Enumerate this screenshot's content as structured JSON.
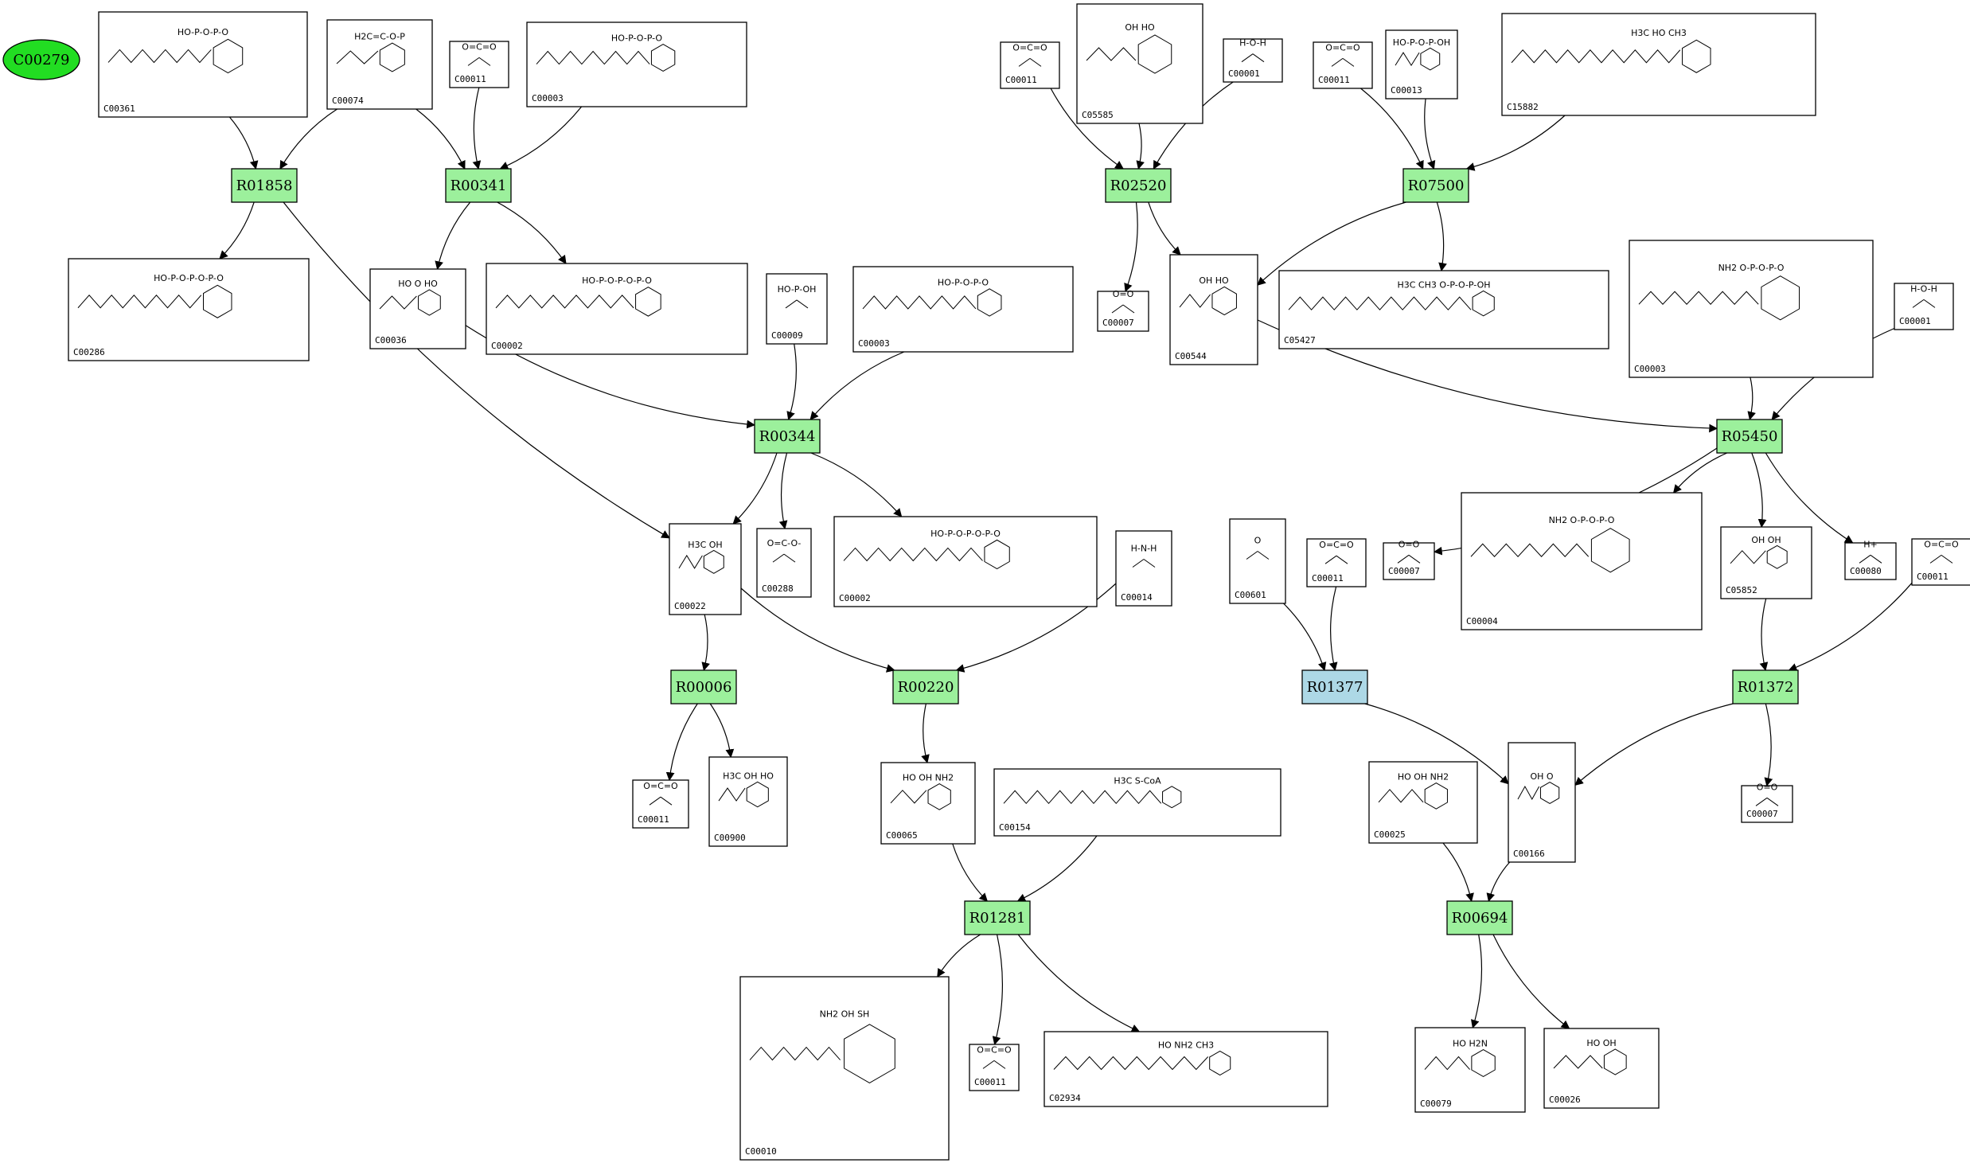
{
  "root_node": {
    "label": "C00279",
    "color": "#22dd22"
  },
  "colors": {
    "reaction_fill": "#9cf09c",
    "reaction_highlight_fill": "#add8e6",
    "edge": "#000000"
  },
  "reactions": [
    {
      "id": "R01858",
      "highlight": false
    },
    {
      "id": "R00341",
      "highlight": false
    },
    {
      "id": "R02520",
      "highlight": false
    },
    {
      "id": "R07500",
      "highlight": false
    },
    {
      "id": "R00344",
      "highlight": false
    },
    {
      "id": "R05450",
      "highlight": false
    },
    {
      "id": "R00006",
      "highlight": false
    },
    {
      "id": "R00220",
      "highlight": false
    },
    {
      "id": "R01377",
      "highlight": true
    },
    {
      "id": "R01372",
      "highlight": false
    },
    {
      "id": "R01281",
      "highlight": false
    },
    {
      "id": "R00694",
      "highlight": false
    }
  ],
  "compounds": [
    {
      "key": "c00361",
      "label": "C00361",
      "formula": "HO-P-O-P-O"
    },
    {
      "key": "c00074",
      "label": "C00074",
      "formula": "H2C=C-O-P"
    },
    {
      "key": "c00011a",
      "label": "C00011",
      "formula": "O=C=O"
    },
    {
      "key": "c00003a",
      "label": "C00003",
      "formula": "HO-P-O-P-O"
    },
    {
      "key": "c00286",
      "label": "C00286",
      "formula": "HO-P-O-P-O-P-O"
    },
    {
      "key": "c00036",
      "label": "C00036",
      "formula": "HO  O  HO"
    },
    {
      "key": "c00002a",
      "label": "C00002",
      "formula": "HO-P-O-P-O-P-O"
    },
    {
      "key": "c00009",
      "label": "C00009",
      "formula": "HO-P-OH"
    },
    {
      "key": "c00003b",
      "label": "C00003",
      "formula": "HO-P-O-P-O"
    },
    {
      "key": "c00011b",
      "label": "C00011",
      "formula": "O=C=O"
    },
    {
      "key": "c05585",
      "label": "C05585",
      "formula": "OH  HO"
    },
    {
      "key": "c00001a",
      "label": "C00001",
      "formula": "H-O-H"
    },
    {
      "key": "c00011c",
      "label": "C00011",
      "formula": "O=C=O"
    },
    {
      "key": "c00013",
      "label": "C00013",
      "formula": "HO-P-O-P-OH"
    },
    {
      "key": "c15882",
      "label": "C15882",
      "formula": "H3C  HO  CH3"
    },
    {
      "key": "c00007a",
      "label": "C00007",
      "formula": "O=O"
    },
    {
      "key": "c00544",
      "label": "C00544",
      "formula": "OH  HO"
    },
    {
      "key": "c05427",
      "label": "C05427",
      "formula": "H3C  CH3  O-P-O-P-OH"
    },
    {
      "key": "c00003c",
      "label": "C00003",
      "formula": "NH2  O-P-O-P-O"
    },
    {
      "key": "c00001b",
      "label": "C00001",
      "formula": "H-O-H"
    },
    {
      "key": "c00022",
      "label": "C00022",
      "formula": "H3C  OH"
    },
    {
      "key": "c00288",
      "label": "C00288",
      "formula": "O=C-O-"
    },
    {
      "key": "c00002b",
      "label": "C00002",
      "formula": "HO-P-O-P-O-P-O"
    },
    {
      "key": "c00014",
      "label": "C00014",
      "formula": "H-N-H"
    },
    {
      "key": "c00601",
      "label": "C00601",
      "formula": "O"
    },
    {
      "key": "c00011d",
      "label": "C00011",
      "formula": "O=C=O"
    },
    {
      "key": "c00007b",
      "label": "C00007",
      "formula": "O=O"
    },
    {
      "key": "c00004",
      "label": "C00004",
      "formula": "NH2  O-P-O-P-O"
    },
    {
      "key": "c05852",
      "label": "C05852",
      "formula": "OH  OH"
    },
    {
      "key": "c00080",
      "label": "C00080",
      "formula": "H+"
    },
    {
      "key": "c00011e",
      "label": "C00011",
      "formula": "O=C=O"
    },
    {
      "key": "c00011f",
      "label": "C00011",
      "formula": "O=C=O"
    },
    {
      "key": "c00900",
      "label": "C00900",
      "formula": "H3C  OH  HO"
    },
    {
      "key": "c00065",
      "label": "C00065",
      "formula": "HO  OH  NH2"
    },
    {
      "key": "c00154",
      "label": "C00154",
      "formula": "H3C  S-CoA"
    },
    {
      "key": "c00025",
      "label": "C00025",
      "formula": "HO  OH  NH2"
    },
    {
      "key": "c00166",
      "label": "C00166",
      "formula": "OH  O"
    },
    {
      "key": "c00007c",
      "label": "C00007",
      "formula": "O=O"
    },
    {
      "key": "c00010",
      "label": "C00010",
      "formula": "NH2  OH  SH"
    },
    {
      "key": "c00011g",
      "label": "C00011",
      "formula": "O=C=O"
    },
    {
      "key": "c02934",
      "label": "C02934",
      "formula": "HO  NH2  CH3"
    },
    {
      "key": "c00079",
      "label": "C00079",
      "formula": "HO  H2N"
    },
    {
      "key": "c00026",
      "label": "C00026",
      "formula": "HO  OH"
    }
  ],
  "edges": [
    [
      "c00361",
      "R01858"
    ],
    [
      "c00074",
      "R01858"
    ],
    [
      "R01858",
      "c00286"
    ],
    [
      "R01858",
      "c00022"
    ],
    [
      "c00074",
      "R00341"
    ],
    [
      "c00011a",
      "R00341"
    ],
    [
      "c00003a",
      "R00341"
    ],
    [
      "R00341",
      "c00036"
    ],
    [
      "R00341",
      "c00002a"
    ],
    [
      "c00011b",
      "R02520"
    ],
    [
      "c05585",
      "R02520"
    ],
    [
      "c00001a",
      "R02520"
    ],
    [
      "R02520",
      "c00007a"
    ],
    [
      "R02520",
      "c00544"
    ],
    [
      "c00011c",
      "R07500"
    ],
    [
      "c00013",
      "R07500"
    ],
    [
      "c15882",
      "R07500"
    ],
    [
      "R07500",
      "c00544"
    ],
    [
      "R07500",
      "c05427"
    ],
    [
      "c00036",
      "R00344"
    ],
    [
      "c00009",
      "R00344"
    ],
    [
      "c00003b",
      "R00344"
    ],
    [
      "R00344",
      "c00022"
    ],
    [
      "R00344",
      "c00288"
    ],
    [
      "R00344",
      "c00002b"
    ],
    [
      "c00544",
      "R05450"
    ],
    [
      "c00003c",
      "R05450"
    ],
    [
      "c00001b",
      "R05450"
    ],
    [
      "R05450",
      "c00007b"
    ],
    [
      "R05450",
      "c00004"
    ],
    [
      "R05450",
      "c05852"
    ],
    [
      "R05450",
      "c00080"
    ],
    [
      "c00022",
      "R00006"
    ],
    [
      "R00006",
      "c00011f"
    ],
    [
      "R00006",
      "c00900"
    ],
    [
      "c00022",
      "R00220"
    ],
    [
      "c00014",
      "R00220"
    ],
    [
      "R00220",
      "c00065"
    ],
    [
      "c00601",
      "R01377"
    ],
    [
      "c00011d",
      "R01377"
    ],
    [
      "R01377",
      "c00166"
    ],
    [
      "c05852",
      "R01372"
    ],
    [
      "c00011e",
      "R01372"
    ],
    [
      "R01372",
      "c00166"
    ],
    [
      "R01372",
      "c00007c"
    ],
    [
      "c00065",
      "R01281"
    ],
    [
      "c00154",
      "R01281"
    ],
    [
      "R01281",
      "c00010"
    ],
    [
      "R01281",
      "c00011g"
    ],
    [
      "R01281",
      "c02934"
    ],
    [
      "c00025",
      "R00694"
    ],
    [
      "c00166",
      "R00694"
    ],
    [
      "R00694",
      "c00079"
    ],
    [
      "R00694",
      "c00026"
    ]
  ]
}
